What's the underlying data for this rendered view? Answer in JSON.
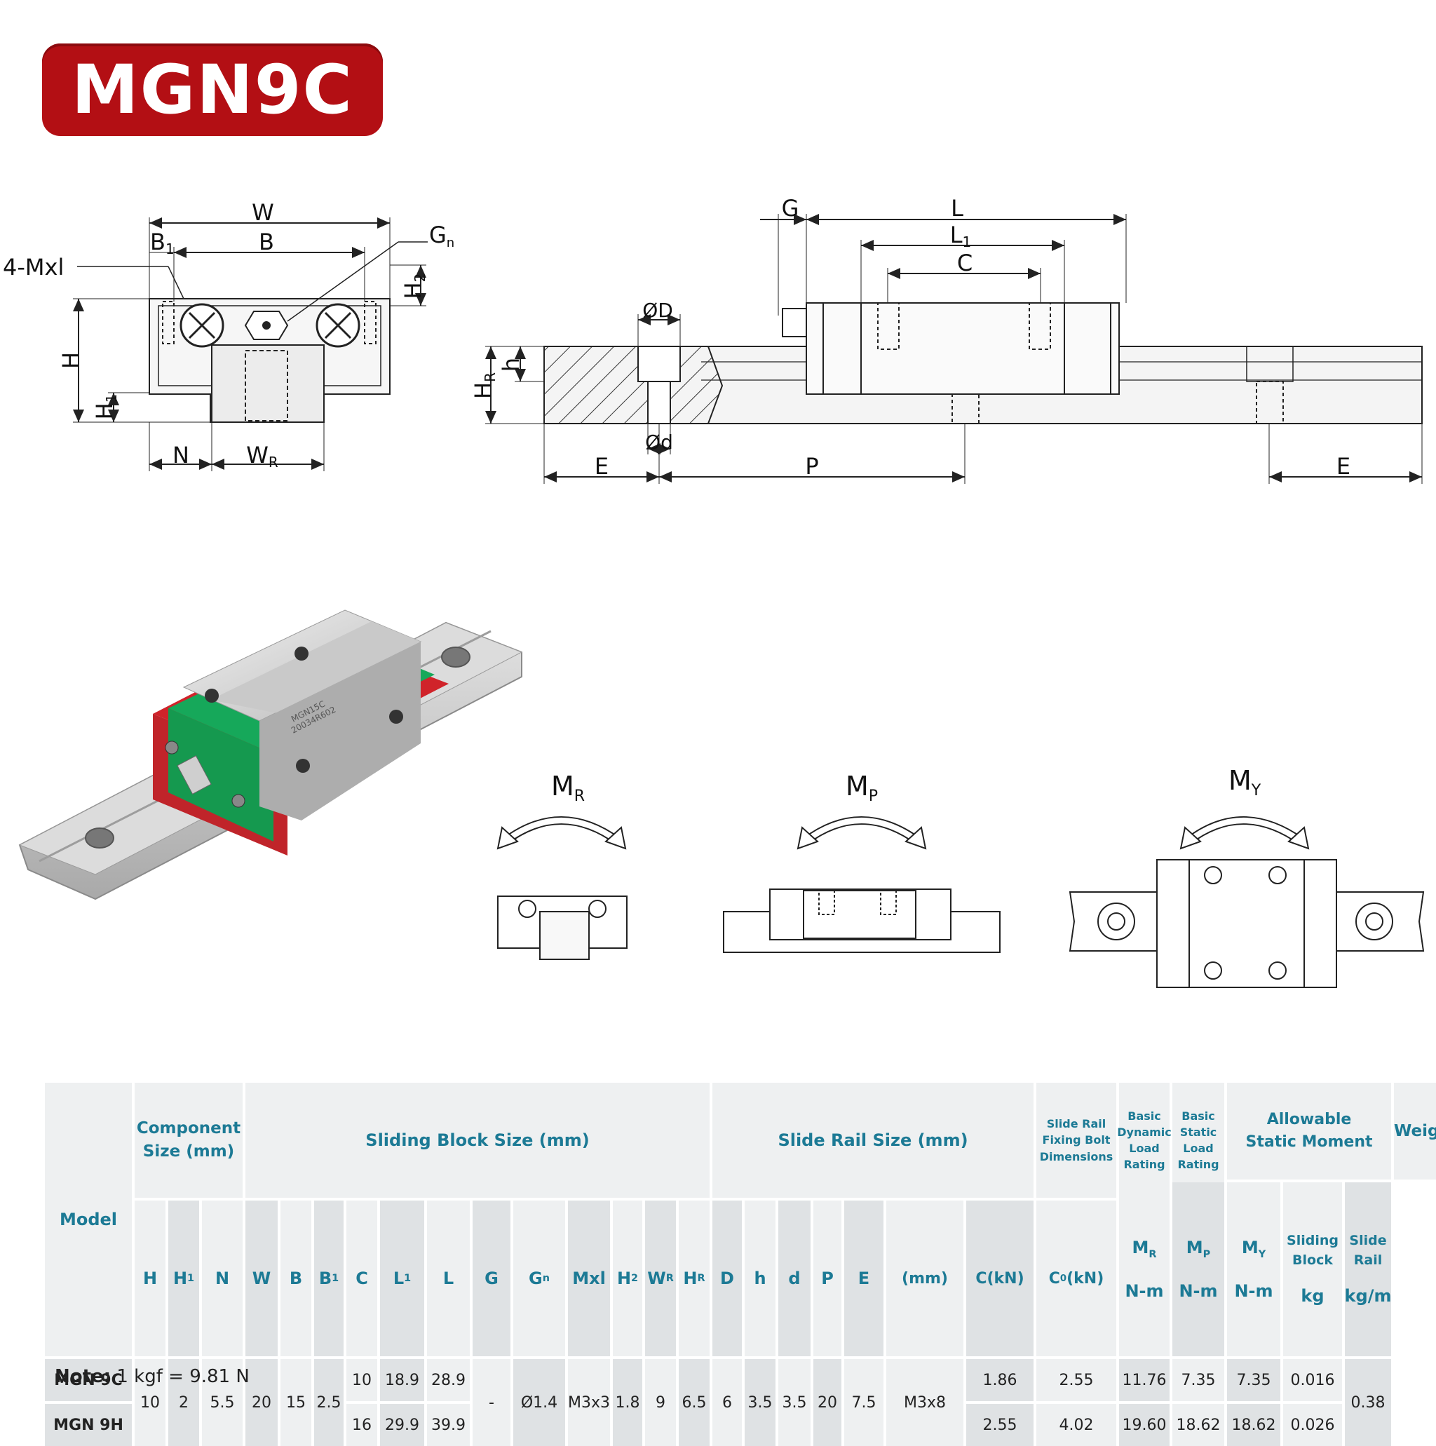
{
  "title": "MGN9C",
  "front_view": {
    "labels": {
      "W": "W",
      "B": "B",
      "B1": "B",
      "B1_sub": "1",
      "Gn": "G",
      "Gn_sub": "n",
      "mxl": "4-Mxl",
      "H": "H",
      "H1": "H",
      "H1_sub": "1",
      "H2": "H",
      "H2_sub": "2",
      "N": "N",
      "WR": "W",
      "WR_sub": "R"
    }
  },
  "side_view": {
    "labels": {
      "G": "G",
      "L": "L",
      "L1": "L",
      "L1_sub": "1",
      "C": "C",
      "D": "ØD",
      "d": "Ød",
      "h": "h",
      "HR": "H",
      "HR_sub": "R",
      "E_left": "E",
      "P": "P",
      "E_right": "E"
    }
  },
  "moments": [
    {
      "label": "M",
      "sub": "R"
    },
    {
      "label": "M",
      "sub": "P"
    },
    {
      "label": "M",
      "sub": "Y"
    }
  ],
  "product": {
    "engraving1": "MGN15C",
    "engraving2": "20034R602"
  },
  "colors": {
    "badge": "#b30f14",
    "header_text": "#1c7a95",
    "cell_light": "#eef0f1",
    "cell_dark": "#dfe2e4",
    "green": "#16a85a",
    "red": "#c8262a"
  },
  "table": {
    "groups": {
      "model": "Model",
      "component_1": "Component",
      "component_2": "Size (mm)",
      "sliding_block": "Sliding Block Size (mm)",
      "slide_rail": "Slide Rail Size (mm)",
      "fixing_1": "Slide Rail",
      "fixing_2": "Fixing Bolt",
      "fixing_3": "Dimensions",
      "dynamic_1": "Basic Dynamic",
      "dynamic_2": "Load Rating",
      "static_1": "Basic Static",
      "static_2": "Load Rating",
      "moment_1": "Allowable",
      "moment_2": "Static Moment",
      "weight": "Weight",
      "block_1": "Sliding",
      "block_2": "Block",
      "rail_1": "Slide",
      "rail_2": "Rail"
    },
    "sub_headers": [
      {
        "key": "H",
        "text": "H",
        "sub": ""
      },
      {
        "key": "H1",
        "text": "H",
        "sub": "1"
      },
      {
        "key": "N",
        "text": "N",
        "sub": ""
      },
      {
        "key": "W",
        "text": "W",
        "sub": ""
      },
      {
        "key": "B",
        "text": "B",
        "sub": ""
      },
      {
        "key": "B1",
        "text": "B",
        "sub": "1"
      },
      {
        "key": "C",
        "text": "C",
        "sub": ""
      },
      {
        "key": "L1",
        "text": "L",
        "sub": "1"
      },
      {
        "key": "L",
        "text": "L",
        "sub": ""
      },
      {
        "key": "G",
        "text": "G",
        "sub": ""
      },
      {
        "key": "Gn",
        "text": "G",
        "sub": "n"
      },
      {
        "key": "Mxl",
        "text": "Mxl",
        "sub": ""
      },
      {
        "key": "H2",
        "text": "H",
        "sub": "2"
      },
      {
        "key": "WR",
        "text": "W",
        "sub": "R"
      },
      {
        "key": "HR",
        "text": "H",
        "sub": "R"
      },
      {
        "key": "D",
        "text": "D",
        "sub": ""
      },
      {
        "key": "h",
        "text": "h",
        "sub": ""
      },
      {
        "key": "d",
        "text": "d",
        "sub": ""
      },
      {
        "key": "P",
        "text": "P",
        "sub": ""
      },
      {
        "key": "E",
        "text": "E",
        "sub": ""
      }
    ],
    "unit_mm": "(mm)",
    "unit_c": "C(kN)",
    "unit_c0": "C",
    "unit_c0_sub": "0",
    "unit_c0_tail": " (kN)",
    "unit_nm": "N-m",
    "unit_kg": "kg",
    "unit_kgm": "kg/m",
    "moment_cols": [
      {
        "text": "M",
        "sub": "R"
      },
      {
        "text": "M",
        "sub": "P"
      },
      {
        "text": "M",
        "sub": "Y"
      }
    ],
    "rows": [
      {
        "model": "MGN 9C",
        "C": "10",
        "L1": "18.9",
        "L": "28.9",
        "dyn": "1.86",
        "stat": "2.55",
        "MR": "11.76",
        "MP": "7.35",
        "MY": "7.35",
        "block": "0.016"
      },
      {
        "model": "MGN 9H",
        "C": "16",
        "L1": "29.9",
        "L": "39.9",
        "dyn": "2.55",
        "stat": "4.02",
        "MR": "19.60",
        "MP": "18.62",
        "MY": "18.62",
        "block": "0.026"
      }
    ],
    "shared": {
      "H": "10",
      "H1": "2",
      "N": "5.5",
      "W": "20",
      "B": "15",
      "B1": "2.5",
      "G": "-",
      "Gn": "Ø1.4",
      "Mxl": "M3x3",
      "H2": "1.8",
      "WR": "9",
      "HR": "6.5",
      "D": "6",
      "h": "3.5",
      "d": "3.5",
      "P": "20",
      "E": "7.5",
      "bolt": "M3x8",
      "rail": "0.38"
    }
  },
  "note": {
    "label": "Note:",
    "text": "1 kgf = 9.81 N"
  }
}
